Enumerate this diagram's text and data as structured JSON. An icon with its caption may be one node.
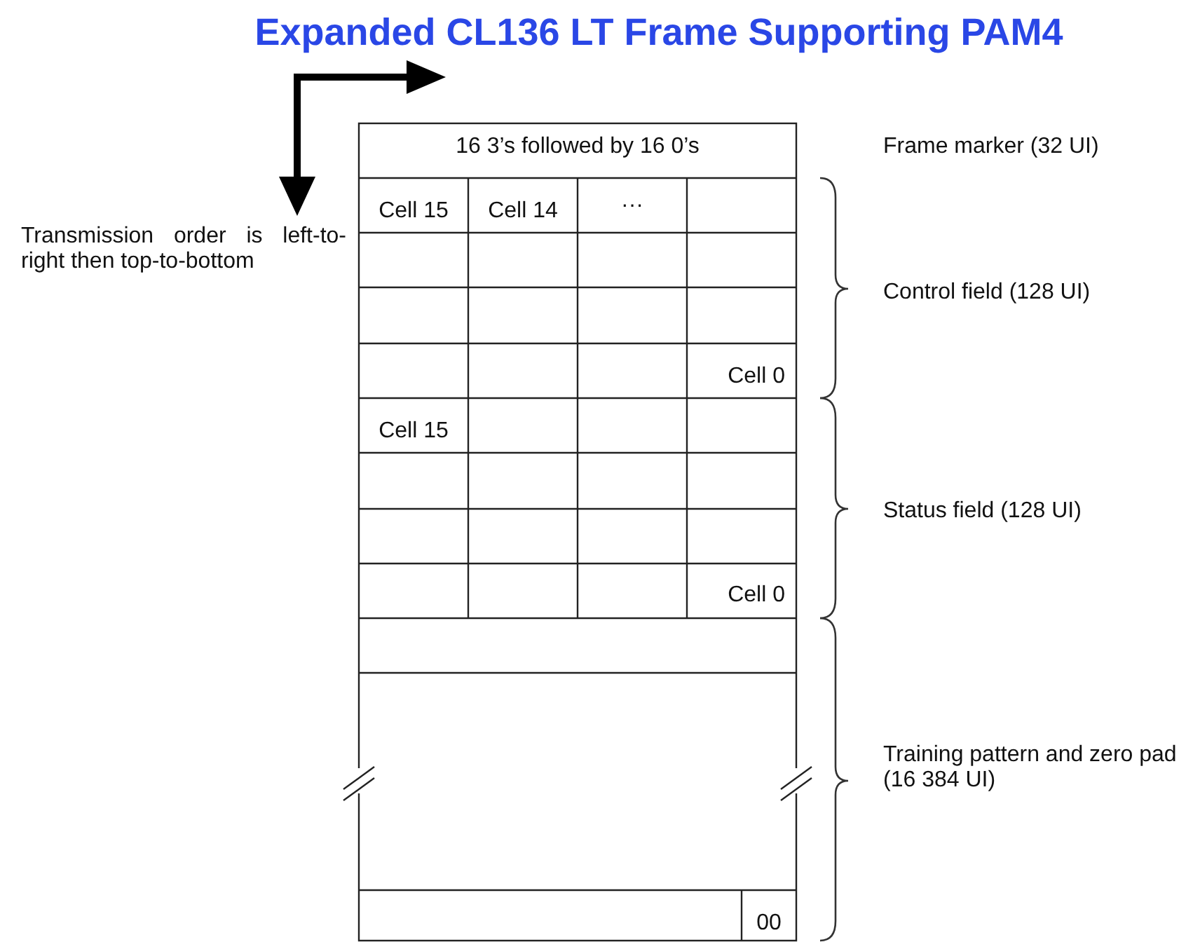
{
  "diagram": {
    "title": "Expanded CL136 LT Frame Supporting PAM4",
    "labels": [
      "16 3’s followed by 16 0’s",
      "Frame marker (32 UI)",
      "Transmission order is left-to-right then top-to-bottom",
      "Cell 15",
      "Cell 14",
      "···",
      "Control field (128 UI)",
      "Cell 0",
      "Cell 15",
      "Status field (128 UI)",
      "Cell 0",
      "Training pattern and zero pad (16 384 UI)",
      "00"
    ]
  }
}
